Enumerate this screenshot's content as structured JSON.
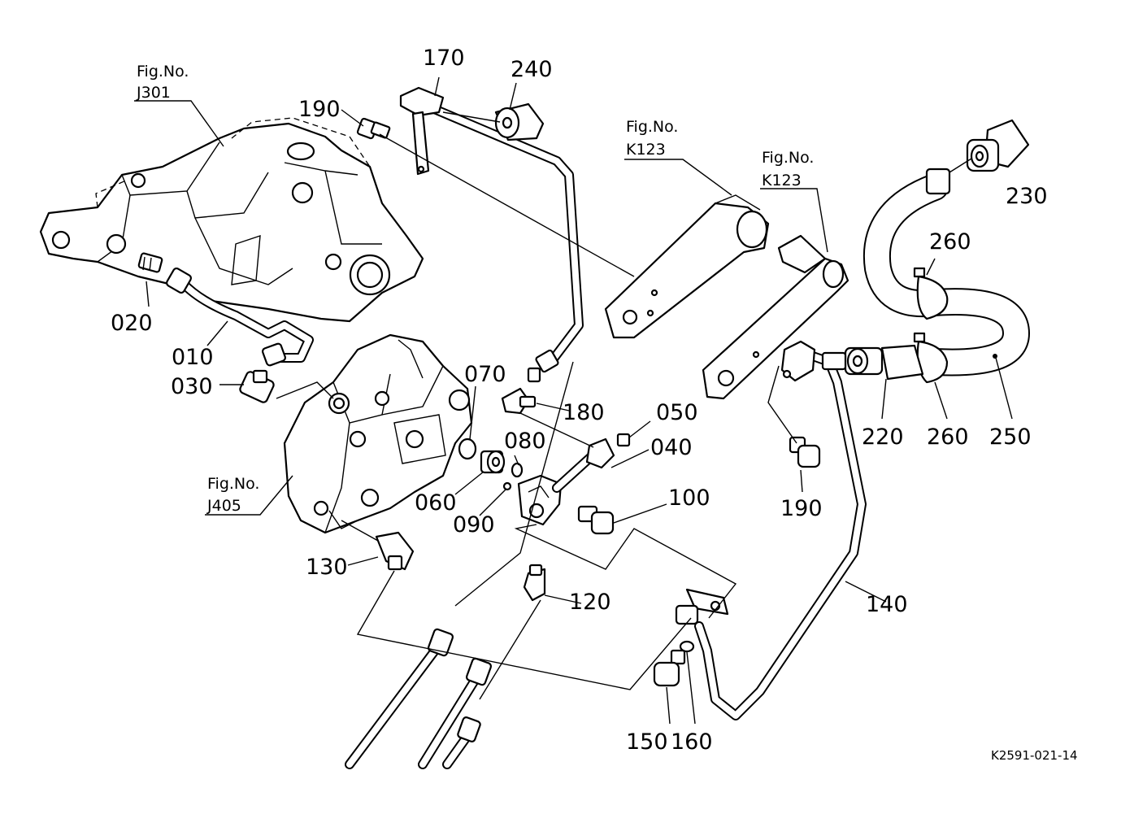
{
  "figure_code": "K2591-021-14",
  "figure_refs": [
    {
      "id": "ref-j301",
      "line1": "Fig.No.",
      "line2": "J301"
    },
    {
      "id": "ref-k123-a",
      "line1": "Fig.No.",
      "line2": "K123"
    },
    {
      "id": "ref-k123-b",
      "line1": "Fig.No.",
      "line2": "K123"
    },
    {
      "id": "ref-j405",
      "line1": "Fig.No.",
      "line2": "J405"
    }
  ],
  "part_labels": [
    {
      "id": "010",
      "text": "010"
    },
    {
      "id": "020",
      "text": "020"
    },
    {
      "id": "030",
      "text": "030"
    },
    {
      "id": "040",
      "text": "040"
    },
    {
      "id": "050",
      "text": "050"
    },
    {
      "id": "060",
      "text": "060"
    },
    {
      "id": "070",
      "text": "070"
    },
    {
      "id": "080",
      "text": "080"
    },
    {
      "id": "090",
      "text": "090"
    },
    {
      "id": "100",
      "text": "100"
    },
    {
      "id": "120",
      "text": "120"
    },
    {
      "id": "130",
      "text": "130"
    },
    {
      "id": "140",
      "text": "140"
    },
    {
      "id": "150",
      "text": "150"
    },
    {
      "id": "160",
      "text": "160"
    },
    {
      "id": "170",
      "text": "170"
    },
    {
      "id": "180",
      "text": "180"
    },
    {
      "id": "190a",
      "text": "190"
    },
    {
      "id": "190b",
      "text": "190"
    },
    {
      "id": "220",
      "text": "220"
    },
    {
      "id": "230",
      "text": "230"
    },
    {
      "id": "240",
      "text": "240"
    },
    {
      "id": "250",
      "text": "250"
    },
    {
      "id": "260a",
      "text": "260"
    },
    {
      "id": "260b",
      "text": "260"
    }
  ]
}
